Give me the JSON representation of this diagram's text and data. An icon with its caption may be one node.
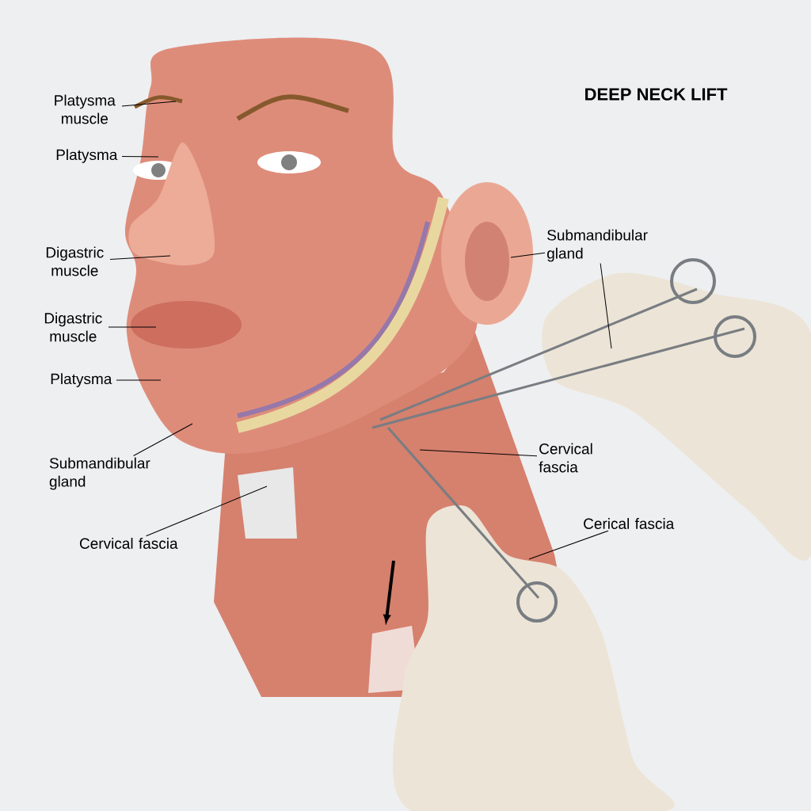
{
  "diagram": {
    "title": "DEEP NECK LIFT",
    "nodes": [
      {
        "text": [
          "Platysma muscle"
        ]
      },
      {
        "text": [
          "Platysma"
        ]
      },
      {
        "text": [
          "Digastric muscle"
        ]
      },
      {
        "text": [
          "Digastric muscle"
        ]
      },
      {
        "text": [
          "Platysma"
        ]
      },
      {
        "text": [
          "Submandibular gland"
        ]
      },
      {
        "text": [
          "Cervical fascia"
        ]
      },
      {
        "text": [
          "Submandibular gland"
        ]
      },
      {
        "text": [
          "Cervical fascia"
        ]
      },
      {
        "text": [
          "Cerical fascia"
        ]
      }
    ],
    "edges": [
      {
        "from": 0,
        "to": null,
        "arrow": "none"
      },
      {
        "from": 1,
        "to": null,
        "arrow": "none"
      },
      {
        "from": 2,
        "to": null,
        "arrow": "none"
      },
      {
        "from": 3,
        "to": null,
        "arrow": "none"
      },
      {
        "from": 4,
        "to": null,
        "arrow": "none"
      },
      {
        "from": 5,
        "to": null,
        "arrow": "none"
      },
      {
        "from": 6,
        "to": null,
        "arrow": "none"
      },
      {
        "from": 7,
        "to": null,
        "arrow": "none"
      },
      {
        "from": 7,
        "to": null,
        "arrow": "none"
      },
      {
        "from": 8,
        "to": null,
        "arrow": "none"
      },
      {
        "from": 9,
        "to": null,
        "arrow": "none"
      }
    ]
  }
}
